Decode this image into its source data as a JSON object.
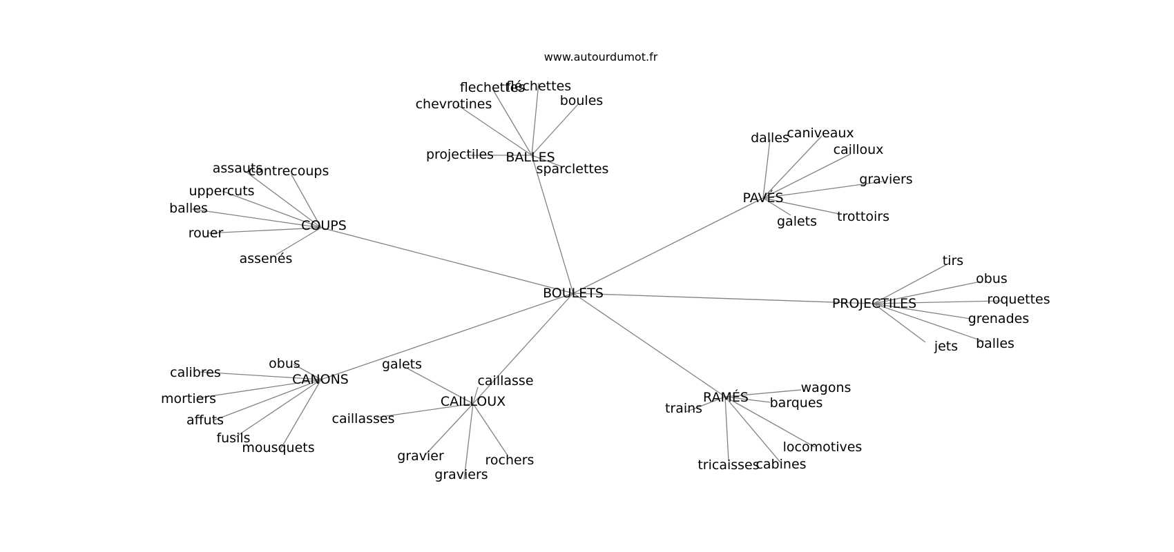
{
  "site_label": "www.autourdumot.fr",
  "graph": {
    "center": "BOULETS",
    "groups": [
      {
        "hub": "BALLES",
        "leaves": [
          "flechettes",
          "fléchettes",
          "boules",
          "chevrotines",
          "projectiles",
          "sparclettes"
        ]
      },
      {
        "hub": "COUPS",
        "leaves": [
          "assauts",
          "contrecoups",
          "uppercuts",
          "balles",
          "rouer",
          "assenés"
        ]
      },
      {
        "hub": "PAVÉS",
        "leaves": [
          "dalles",
          "caniveaux",
          "cailloux",
          "graviers",
          "trottoirs",
          "galets"
        ]
      },
      {
        "hub": "PROJECTILES",
        "leaves": [
          "tirs",
          "obus",
          "roquettes",
          "grenades",
          "jets",
          "balles"
        ]
      },
      {
        "hub": "CANONS",
        "leaves": [
          "obus",
          "calibres",
          "mortiers",
          "affuts",
          "fusils",
          "mousquets"
        ]
      },
      {
        "hub": "CAILLOUX",
        "leaves": [
          "galets",
          "caillasse",
          "caillasses",
          "gravier",
          "graviers",
          "rochers"
        ]
      },
      {
        "hub": "RAMÉS",
        "leaves": [
          "trains",
          "wagons",
          "barques",
          "locomotives",
          "cabines",
          "tricaisses"
        ]
      }
    ]
  }
}
